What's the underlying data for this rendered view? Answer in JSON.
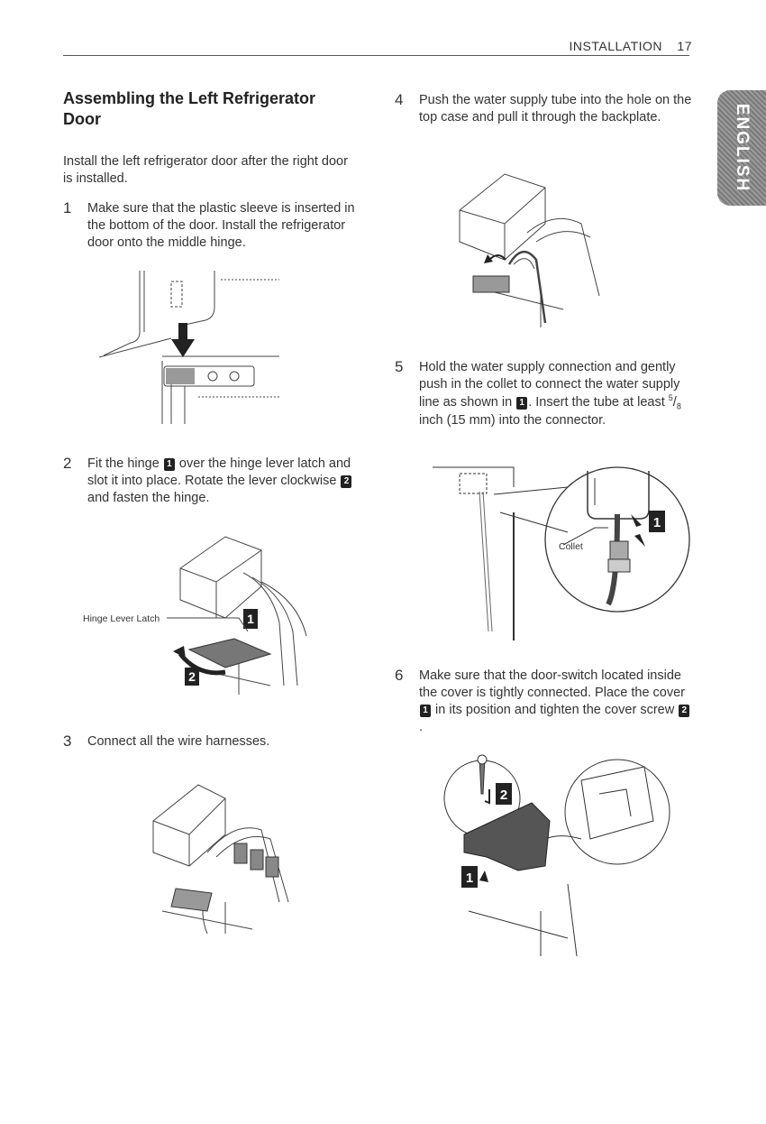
{
  "header": {
    "section": "INSTALLATION",
    "page_number": "17"
  },
  "language_tab": "ENGLISH",
  "section_title": "Assembling the Left Refrigerator Door",
  "intro": "Install the left refrigerator door after the right door is installed.",
  "steps": [
    {
      "num": "1",
      "text": "Make sure that the plastic sleeve is inserted in the bottom of the door. Install the refrigerator door onto the middle hinge."
    },
    {
      "num": "2",
      "text_a": "Fit the hinge",
      "text_b": "over the hinge lever latch and slot it into place. Rotate the lever clockwise",
      "text_c": "and fasten the hinge."
    },
    {
      "num": "3",
      "text": "Connect all the wire harnesses."
    },
    {
      "num": "4",
      "text": "Push the water supply tube into the hole on the top case and pull it through the backplate."
    },
    {
      "num": "5",
      "text_a": "Hold the water supply connection and gently push in the collet to connect the water supply line as shown in",
      "text_b": ". Insert the tube at least",
      "fraction_num": "5",
      "fraction_den": "8",
      "text_c": "inch (15 mm) into the connector."
    },
    {
      "num": "6",
      "text_a": "Make sure that the door-switch located inside the cover is tightly connected. Place the cover",
      "text_b": "in its position and tighten the cover screw",
      "text_c": "."
    }
  ],
  "badges": {
    "one": "1",
    "two": "2"
  },
  "figure_labels": {
    "hinge_lever_latch": "Hinge Lever Latch",
    "collet": "Collet"
  }
}
